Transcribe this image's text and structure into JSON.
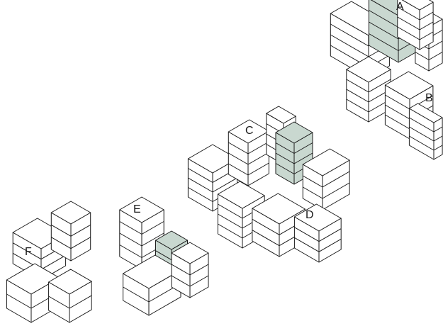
{
  "colors": {
    "background": "#ffffff",
    "line": "#1a1a1a",
    "block_fill": "#ffffff",
    "core_fill": "#c9d8d0"
  },
  "buildings": [
    {
      "id": "A",
      "label": "A"
    },
    {
      "id": "B",
      "label": "B"
    },
    {
      "id": "C",
      "label": "C"
    },
    {
      "id": "D",
      "label": "D"
    },
    {
      "id": "E",
      "label": "E"
    },
    {
      "id": "F",
      "label": "F"
    }
  ]
}
